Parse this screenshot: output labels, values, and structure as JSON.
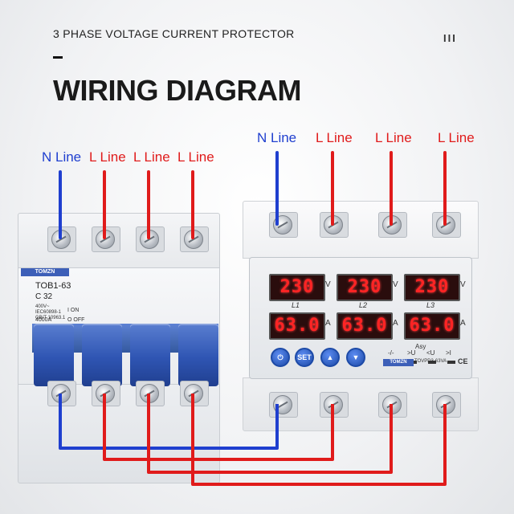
{
  "header": {
    "subtitle": "3 PHASE VOLTAGE  CURRENT PROTECTOR",
    "title": "WIRING DIAGRAM",
    "bars": "III"
  },
  "breaker_labels": [
    "N Line",
    "L Line",
    "L Line",
    "L Line"
  ],
  "protector_labels": [
    "N Line",
    "L Line",
    "L Line",
    "L Line"
  ],
  "breaker": {
    "brand": "TOMZN",
    "model": "TOB1-63",
    "rating": "C 32",
    "spec": "400V~ IEC60898-1 GB/T 10963.1",
    "breaking": "4000A",
    "on_label": "I ON",
    "off_label": "O OFF"
  },
  "protector": {
    "brand": "TOMZN",
    "model": "TOVPD3-63VA",
    "ce": "CE",
    "voltages": [
      "230",
      "230",
      "230"
    ],
    "currents": [
      "63.0",
      "63.0",
      "63.0"
    ],
    "voltage_unit": "V",
    "current_unit": "A",
    "phases": [
      "L1",
      "L2",
      "L3"
    ],
    "buttons": [
      "⏻",
      "SET",
      "▲",
      "▼"
    ],
    "indicators": [
      "-/-",
      ">U",
      "<U",
      ">I"
    ],
    "asy_label": "Asy"
  },
  "colors": {
    "neutral": "#1f3fcf",
    "live": "#e01b1b",
    "handle": "#2f55b3"
  }
}
